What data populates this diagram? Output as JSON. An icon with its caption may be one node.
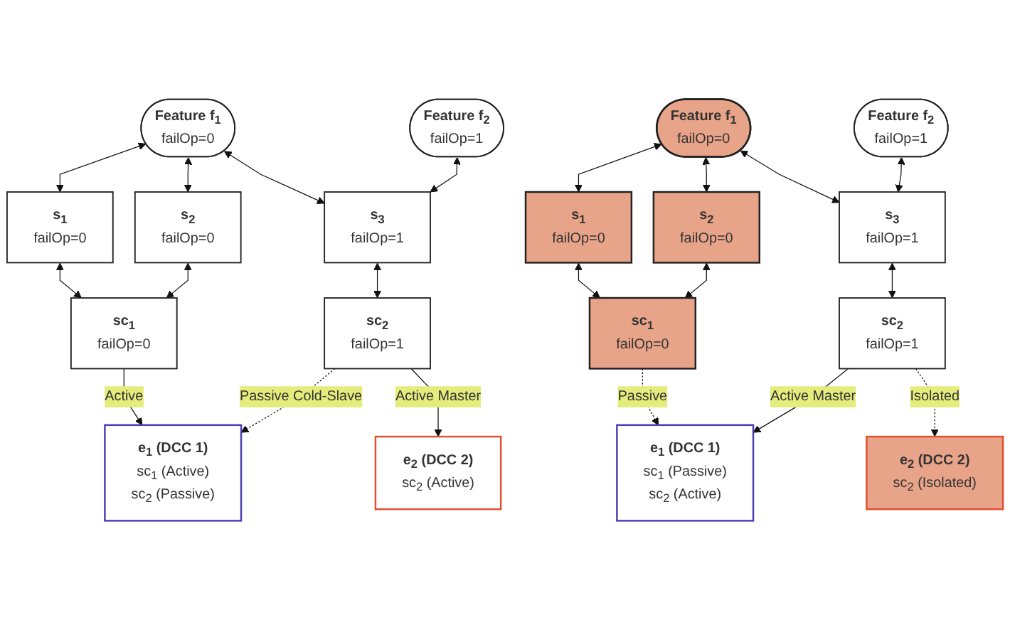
{
  "diagram": {
    "nodes": [
      {
        "text": [
          "Feature f$_{1}$",
          "failOp=0"
        ]
      },
      {
        "text": [
          "Feature f$_{2}$",
          "failOp=1"
        ]
      },
      {
        "text": [
          "s$_{1}$",
          "failOp=0"
        ]
      },
      {
        "text": [
          "s$_{2}$",
          "failOp=0"
        ]
      },
      {
        "text": [
          "s$_{3}$",
          "failOp=1"
        ]
      },
      {
        "text": [
          "sc$_{1}$",
          "failOp=0"
        ]
      },
      {
        "text": [
          "sc$_{2}$",
          "failOp=1"
        ]
      },
      {
        "text": [
          "e$_{1}$ (DCC 1)",
          "sc$_{1}$ (Active)",
          "sc$_{2}$ (Passive)"
        ]
      },
      {
        "text": [
          "e$_{2}$ (DCC 2)",
          "sc$_{2}$ (Active)"
        ]
      },
      {
        "text": [
          "Feature f$_{1}$",
          "failOp=0"
        ]
      },
      {
        "text": [
          "Feature f$_{2}$",
          "failOp=1"
        ]
      },
      {
        "text": [
          "s$_{1}$",
          "failOp=0"
        ]
      },
      {
        "text": [
          "s$_{2}$",
          "failOp=0"
        ]
      },
      {
        "text": [
          "s$_{3}$",
          "failOp=1"
        ]
      },
      {
        "text": [
          "sc$_{1}$",
          "failOp=0"
        ]
      },
      {
        "text": [
          "sc$_{2}$",
          "failOp=1"
        ]
      },
      {
        "text": [
          "e$_{1}$ (DCC 1)",
          "sc$_{1}$ (Passive)",
          "sc$_{2}$ (Active)"
        ]
      },
      {
        "text": [
          "e$_{2}$ (DCC 2)",
          "sc$_{2}$ (Isolated)"
        ]
      }
    ],
    "edges": [
      {
        "from": 0,
        "to": 2,
        "arrow": "both"
      },
      {
        "from": 0,
        "to": 3,
        "arrow": "both"
      },
      {
        "from": 0,
        "to": 4,
        "arrow": "both"
      },
      {
        "from": 1,
        "to": 4,
        "arrow": "both"
      },
      {
        "from": 2,
        "to": 5,
        "arrow": "both"
      },
      {
        "from": 3,
        "to": 5,
        "arrow": "both"
      },
      {
        "from": 4,
        "to": 6,
        "arrow": "both"
      },
      {
        "from": 5,
        "to": 7,
        "arrow": "to",
        "label": "Active"
      },
      {
        "from": 6,
        "to": 7,
        "arrow": "to",
        "label": "Passive Cold-Slave",
        "style": "dashed"
      },
      {
        "from": 6,
        "to": 8,
        "arrow": "to",
        "label": "Active Master"
      },
      {
        "from": 9,
        "to": 11,
        "arrow": "both"
      },
      {
        "from": 9,
        "to": 12,
        "arrow": "both"
      },
      {
        "from": 9,
        "to": 13,
        "arrow": "both"
      },
      {
        "from": 10,
        "to": 13,
        "arrow": "both"
      },
      {
        "from": 11,
        "to": 14,
        "arrow": "both"
      },
      {
        "from": 12,
        "to": 14,
        "arrow": "both"
      },
      {
        "from": 13,
        "to": 15,
        "arrow": "both"
      },
      {
        "from": 14,
        "to": 16,
        "arrow": "to",
        "label": "Passive",
        "style": "dashed"
      },
      {
        "from": 15,
        "to": 16,
        "arrow": "to",
        "label": "Active Master"
      },
      {
        "from": 15,
        "to": 17,
        "arrow": "to",
        "label": "Isolated",
        "style": "dashed"
      }
    ]
  }
}
